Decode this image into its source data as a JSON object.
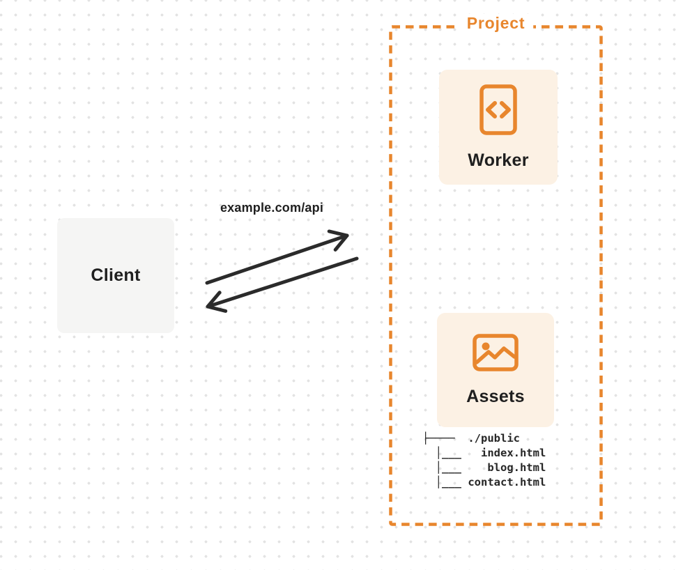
{
  "diagram": {
    "client": {
      "label": "Client"
    },
    "request": {
      "label": "example.com/api"
    },
    "project": {
      "label": "Project",
      "worker": {
        "label": "Worker",
        "icon": "code-file-icon"
      },
      "assets": {
        "label": "Assets",
        "icon": "image-icon"
      },
      "file_tree": {
        "root": "./public",
        "files": [
          "index.html",
          "blog.html",
          "contact.html"
        ],
        "lines": [
          "├────  ./public",
          "  │___   index.html",
          "  │___    blog.html",
          "  │___ contact.html"
        ]
      }
    }
  },
  "colors": {
    "accent_orange": "#e8862d",
    "card_background": "#fcf1e4",
    "client_background": "#f5f5f4",
    "ink": "#262626",
    "dot_grid": "#e3e3e3",
    "canvas": "#ffffff"
  }
}
